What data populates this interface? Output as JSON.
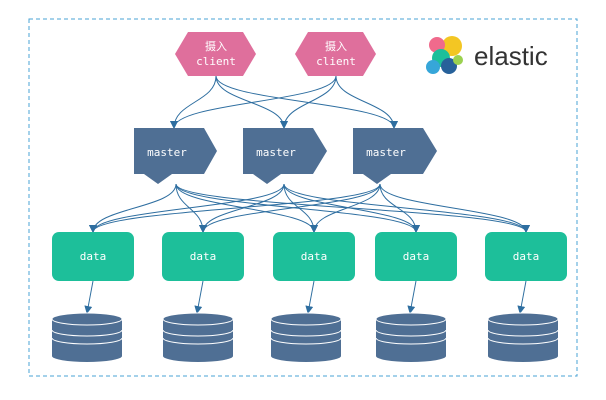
{
  "colors": {
    "border": "#4aa3d4",
    "client": "#df6f9c",
    "master": "#4f6f94",
    "data": "#1dbf9a",
    "disk": "#4f6f94",
    "disk_lines": "#ffffff",
    "edge": "#2e6ea0"
  },
  "logo": {
    "text": "elastic"
  },
  "clients": [
    {
      "line1": "摄入",
      "line2": "client"
    },
    {
      "line1": "摄入",
      "line2": "client"
    }
  ],
  "masters": [
    {
      "label": "master"
    },
    {
      "label": "master"
    },
    {
      "label": "master"
    }
  ],
  "data_nodes": [
    {
      "label": "data"
    },
    {
      "label": "data"
    },
    {
      "label": "data"
    },
    {
      "label": "data"
    },
    {
      "label": "data"
    }
  ]
}
